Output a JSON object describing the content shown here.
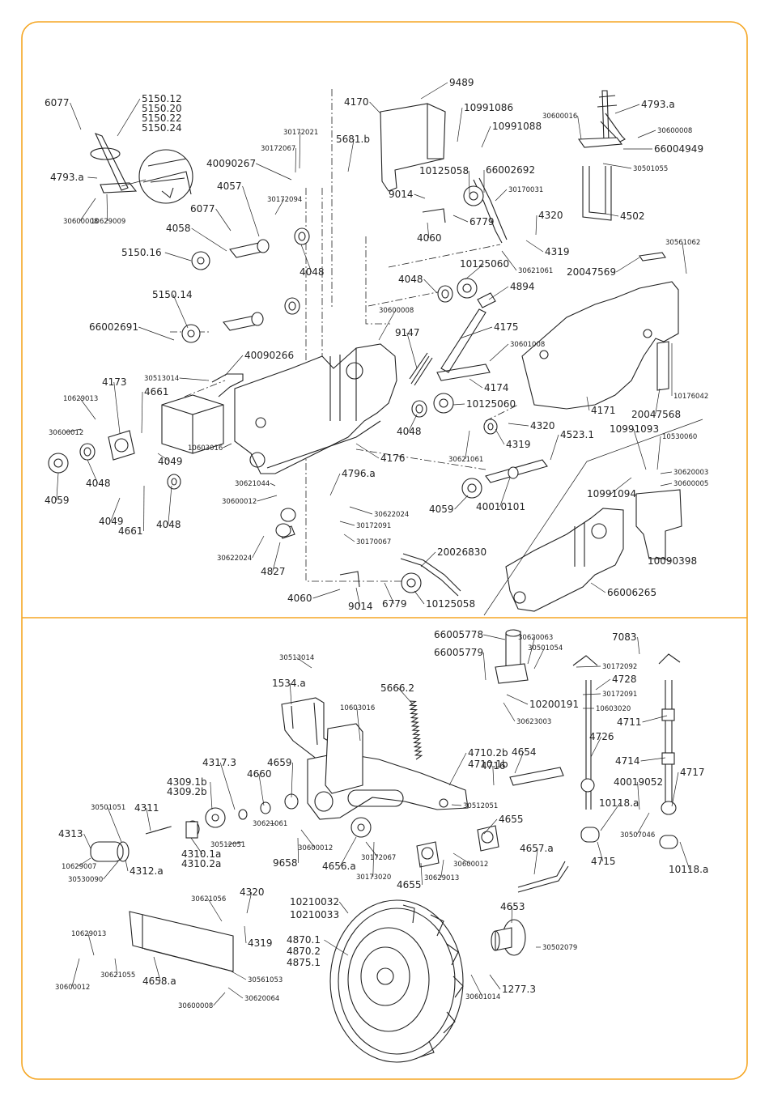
{
  "style": {
    "frame_color": "#f5a623",
    "line_color": "#222222"
  },
  "labels": [
    "6077",
    "5150.12",
    "5150.20",
    "5150.22",
    "5150.24",
    "4793.a",
    "30600008",
    "10629009",
    "9489",
    "4170",
    "10991086",
    "10991088",
    "10125058",
    "66002692",
    "30170031",
    "9014",
    "6779",
    "4060",
    "30172021",
    "30172067",
    "40090267",
    "5681.b",
    "4057",
    "30172094",
    "6077",
    "4058",
    "5150.16",
    "4048",
    "4793.a",
    "30600016",
    "30600008",
    "66004949",
    "30501055",
    "4502",
    "4320",
    "4319",
    "30621061",
    "30561062",
    "20047569",
    "10125060",
    "4048",
    "4894",
    "30600008",
    "5150.14",
    "66002691",
    "9147",
    "4175",
    "30601008",
    "4174",
    "40090266",
    "30513014",
    "4173",
    "10629013",
    "4661",
    "30600012",
    "10603016",
    "4049",
    "4059",
    "4048",
    "4171",
    "20047568",
    "10176042",
    "10125060",
    "4048",
    "4320",
    "4319",
    "30621061",
    "4523.1",
    "4176",
    "30621044",
    "30600012",
    "4049",
    "4661",
    "4048",
    "4059",
    "40010101",
    "4796.a",
    "30622024",
    "30172091",
    "30170067",
    "10991093",
    "10530060",
    "30620003",
    "30600005",
    "10991094",
    "10090398",
    "30622024",
    "4827",
    "20026830",
    "66006265",
    "4060",
    "9014",
    "6779",
    "10125058",
    "66005778",
    "30620063",
    "30501054",
    "66005779",
    "10200191",
    "30623003",
    "7083",
    "30172092",
    "4728",
    "30172091",
    "10603020",
    "4711",
    "4726",
    "4714",
    "40019052",
    "4717",
    "10118.a",
    "30507046",
    "4715",
    "10118.a",
    "30513014",
    "1534.a",
    "10603016",
    "5666.2",
    "4710.2b",
    "4710.1b",
    "4716",
    "4654",
    "4317.3",
    "4659",
    "4309.1b",
    "4309.2b",
    "4660",
    "4311",
    "30501051",
    "4313",
    "30512051",
    "10629007",
    "30530090",
    "4312.a",
    "30512051",
    "4310.1a",
    "4310.2a",
    "30621061",
    "9658",
    "30600012",
    "4656.a",
    "30172067",
    "30173020",
    "30629013",
    "4655",
    "4655",
    "30600012",
    "4657.a",
    "30621056",
    "4320",
    "4319",
    "10629013",
    "30621055",
    "4658.a",
    "30600012",
    "30600008",
    "30561053",
    "30620064",
    "10210032",
    "10210033",
    "4870.1",
    "4870.2",
    "4875.1",
    "4653",
    "30502079",
    "30601014",
    "1277.3"
  ]
}
